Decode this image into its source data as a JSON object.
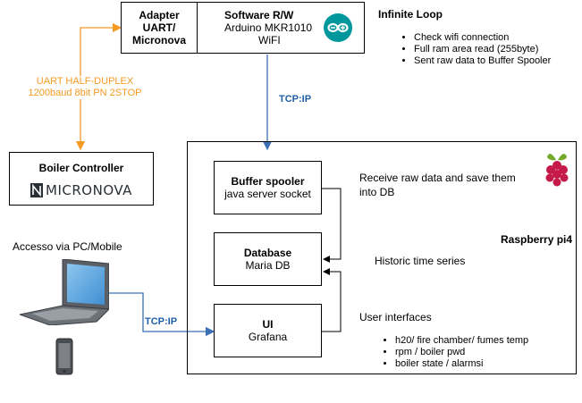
{
  "adapter": {
    "title_lines": [
      "Adapter",
      "UART/",
      "Micronova"
    ]
  },
  "software": {
    "title": "Software R/W",
    "line1": "Arduino MKR1010",
    "line2": "WiFI"
  },
  "infinite_loop": {
    "title": "Infinite Loop",
    "items": [
      "Check  wifi connection",
      "Full ram area read (255byte)",
      "Sent raw data to Buffer Spooler"
    ]
  },
  "uart_label": {
    "line1": "UART HALF-DUPLEX",
    "line2": "1200baud 8bit PN 2STOP"
  },
  "tcp_top": "TCP:IP",
  "tcp_left": "TCP:IP",
  "boiler": {
    "title": "Boiler Controller",
    "logo_text": "MICRONOVA"
  },
  "buffer": {
    "title": "Buffer spooler",
    "sub": "java server socket"
  },
  "buffer_note": {
    "line1": "Receive raw data and save them",
    "line2": "into DB"
  },
  "database": {
    "title": "Database",
    "sub": "Maria DB"
  },
  "database_note": "Historic time series",
  "ui_box": {
    "title": "UI",
    "sub": "Grafana"
  },
  "ui_note": {
    "title": "User interfaces",
    "items": [
      "h20/ fire chamber/ fumes temp",
      "rpm / boiler pwd",
      "boiler state / alarmsi"
    ]
  },
  "raspberry_label": "Raspberry pi4",
  "access_label": "Accesso via PC/Mobile",
  "colors": {
    "uart_line": "#f59a23",
    "tcp_line": "#3b6fb6",
    "tcp_label": "#1f5fa6",
    "raspberry": "#c51a4a",
    "arduino": "#00979c"
  }
}
